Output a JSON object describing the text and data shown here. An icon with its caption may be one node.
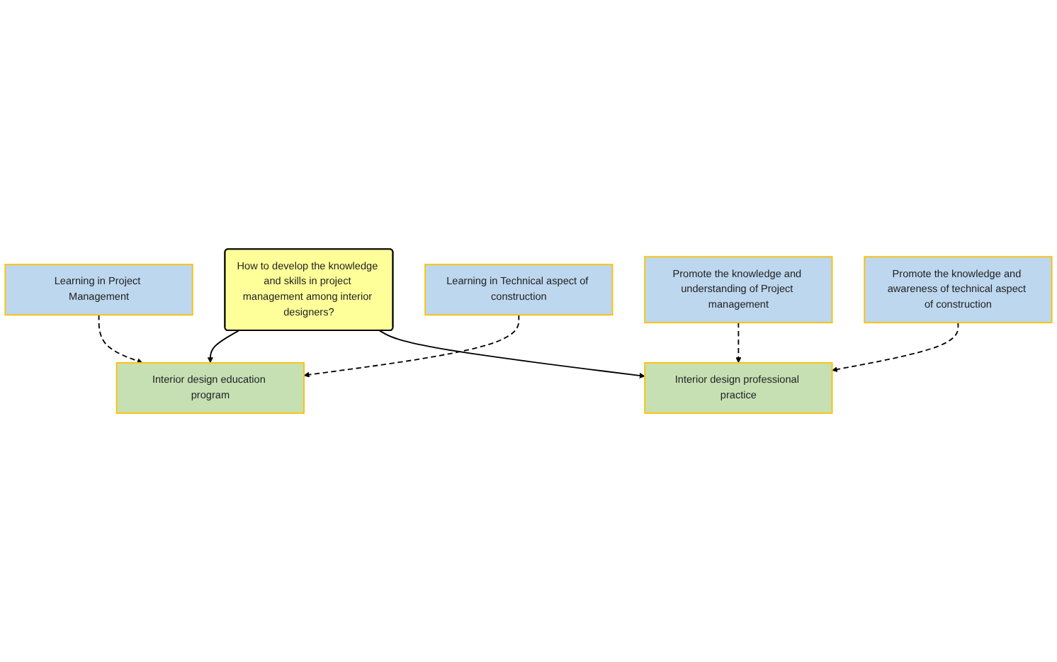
{
  "diagram": {
    "nodes": [
      {
        "text": [
          "How to develop the knowledge and skills in project management among interior designers?"
        ]
      },
      {
        "text": [
          "Interior design education program"
        ]
      },
      {
        "text": [
          "Interior design professional practice"
        ]
      },
      {
        "text": [
          "Learning in Project Management"
        ]
      },
      {
        "text": [
          "Learning in Technical aspect of construction"
        ]
      },
      {
        "text": [
          "Promote the knowledge and understanding of Project management"
        ]
      },
      {
        "text": [
          "Promote the knowledge and awareness of technical aspect of construction"
        ]
      }
    ],
    "edges": [
      {
        "from": 0,
        "to": 1,
        "arrow": "to"
      },
      {
        "from": 0,
        "to": 2,
        "arrow": "to"
      },
      {
        "from": 3,
        "to": 1,
        "arrow": "to",
        "style": "dashed"
      },
      {
        "from": 4,
        "to": 1,
        "arrow": "to",
        "style": "dashed"
      },
      {
        "from": 5,
        "to": 2,
        "arrow": "to",
        "style": "dashed"
      },
      {
        "from": 6,
        "to": 2,
        "arrow": "to",
        "style": "dashed"
      }
    ]
  }
}
